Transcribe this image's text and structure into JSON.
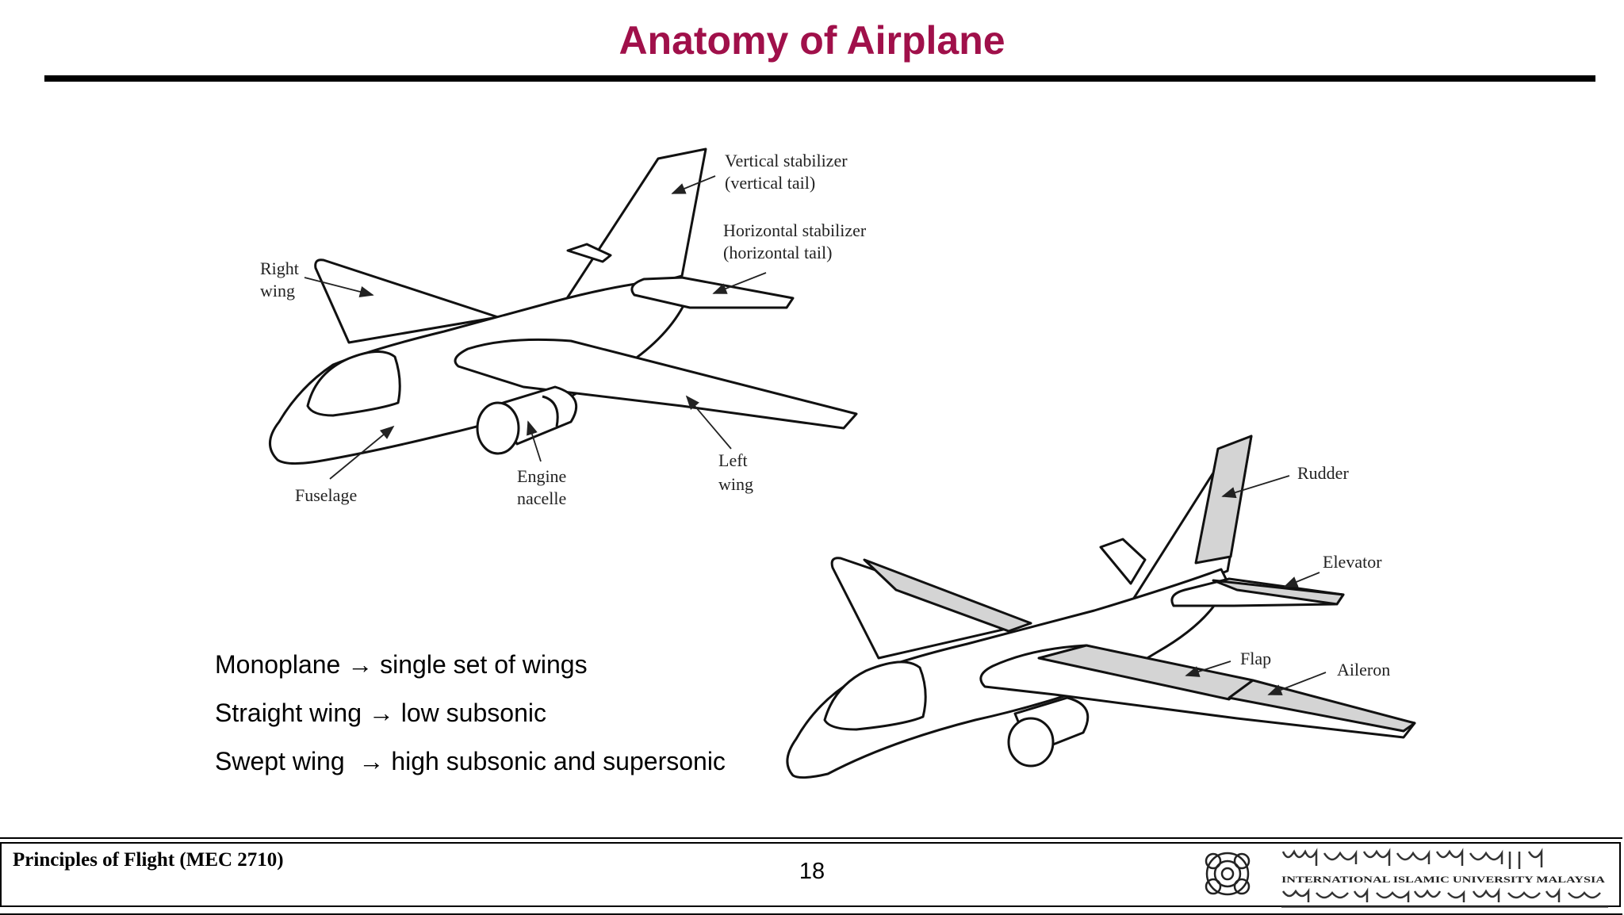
{
  "slide": {
    "title": "Anatomy of Airplane",
    "bullets": [
      "Monoplane → single set of wings",
      "Straight wing → low subsonic",
      "Swept wing  → high subsonic and supersonic"
    ]
  },
  "diagram_top": {
    "labels": {
      "vertical_stabilizer_1": "Vertical stabilizer",
      "vertical_stabilizer_2": "(vertical tail)",
      "horizontal_stabilizer_1": "Horizontal stabilizer",
      "horizontal_stabilizer_2": "(horizontal tail)",
      "right_wing_1": "Right",
      "right_wing_2": "wing",
      "fuselage": "Fuselage",
      "engine_1": "Engine",
      "engine_2": "nacelle",
      "left_wing_1": "Left",
      "left_wing_2": "wing"
    }
  },
  "diagram_bottom": {
    "labels": {
      "rudder": "Rudder",
      "elevator": "Elevator",
      "flap": "Flap",
      "aileron": "Aileron"
    }
  },
  "footer": {
    "course": "Principles of Flight (MEC 2710)",
    "page": "18",
    "university_en": "INTERNATIONAL ISLAMIC UNIVERSITY MALAYSIA"
  },
  "colors": {
    "title": "#a0104a",
    "control_surface": "#d4d4d4"
  }
}
